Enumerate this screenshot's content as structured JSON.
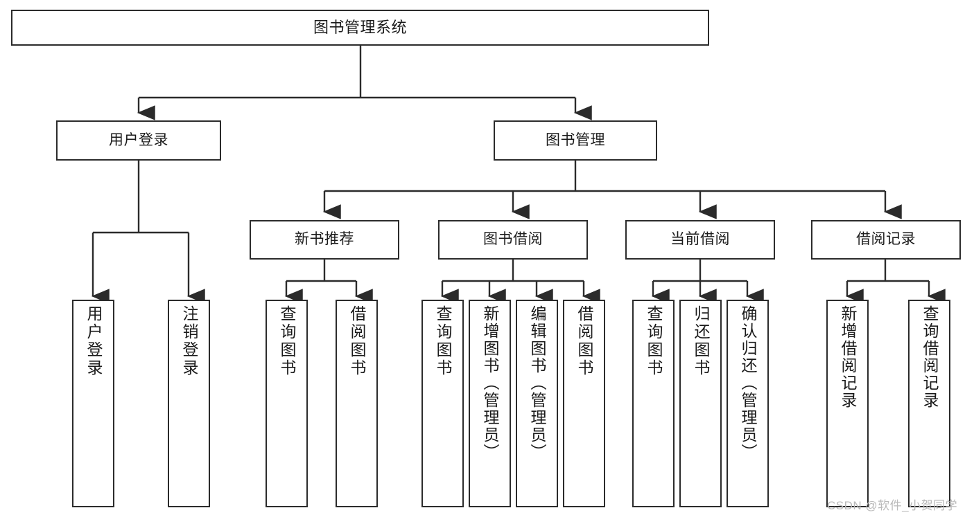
{
  "diagram": {
    "title": "图书管理系统",
    "watermark": "CSDN @软件_小贺同学",
    "colors": {
      "stroke": "#2b2b2b",
      "fill": "#ffffff",
      "text": "#1a1a1a",
      "watermark": "#b9b9b9"
    },
    "nodes": {
      "root": "图书管理系统",
      "level2": {
        "user_login": "用户登录",
        "book_manage": "图书管理"
      },
      "level3": {
        "new_book_recommend": "新书推荐",
        "book_borrow": "图书借阅",
        "current_borrow": "当前借阅",
        "borrow_record": "借阅记录"
      },
      "leaves": {
        "user_login_1": "用户登录",
        "user_login_2": "注销登录",
        "new_book_1": "查询图书",
        "new_book_2": "借阅图书",
        "borrow_1": "查询图书",
        "borrow_2": "新增图书（管理员）",
        "borrow_3": "编辑图书（管理员）",
        "borrow_4": "借阅图书",
        "current_1": "查询图书",
        "current_2": "归还图书",
        "current_3": "确认归还（管理员）",
        "record_1": "新增借阅记录",
        "record_2": "查询借阅记录"
      }
    }
  }
}
